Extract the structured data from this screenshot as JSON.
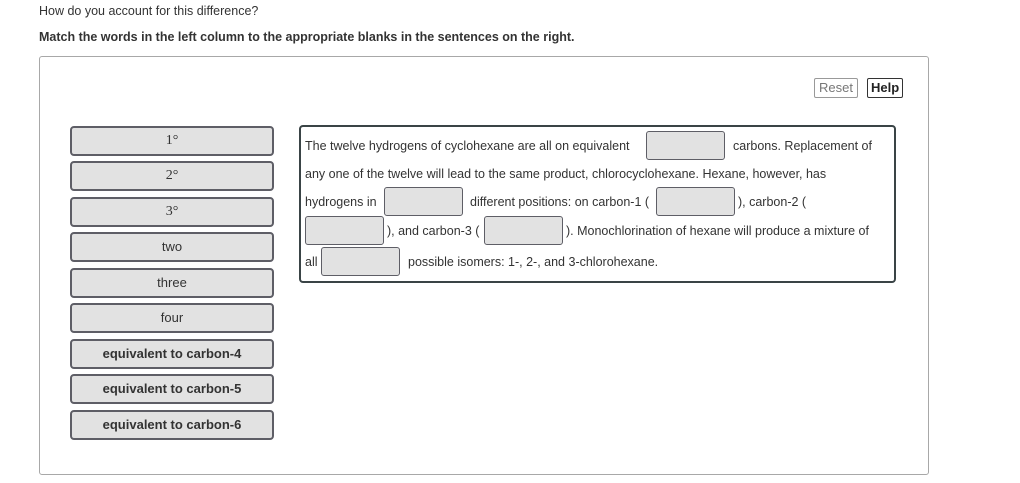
{
  "header": {
    "question": "How do you account for this difference?",
    "instruction": "Match the words in the left column to the appropriate blanks in the sentences on the right."
  },
  "toolbar": {
    "reset_label": "Reset",
    "help_label": "Help"
  },
  "word_bank": {
    "items": [
      {
        "label": "1°"
      },
      {
        "label": "2°"
      },
      {
        "label": "3°"
      },
      {
        "label": "two"
      },
      {
        "label": "three"
      },
      {
        "label": "four"
      },
      {
        "label": "equivalent to carbon-4"
      },
      {
        "label": "equivalent to carbon-5"
      },
      {
        "label": "equivalent to carbon-6"
      }
    ]
  },
  "sentences": {
    "segments": [
      "The twelve hydrogens of cyclohexane are all on equivalent",
      "carbons. Replacement of",
      "any one of the twelve will lead to the same product, chlorocyclohexane. Hexane, however, has",
      "hydrogens in",
      "different positions: on carbon-1 (",
      "), carbon-2 (",
      "), and carbon-3 (",
      "). Monochlorination of hexane will produce a mixture of",
      "all",
      "possible isomers: 1-, 2-, and 3-chlorohexane."
    ],
    "blanks": [
      {
        "value": ""
      },
      {
        "value": ""
      },
      {
        "value": ""
      },
      {
        "value": ""
      },
      {
        "value": ""
      },
      {
        "value": ""
      }
    ]
  }
}
